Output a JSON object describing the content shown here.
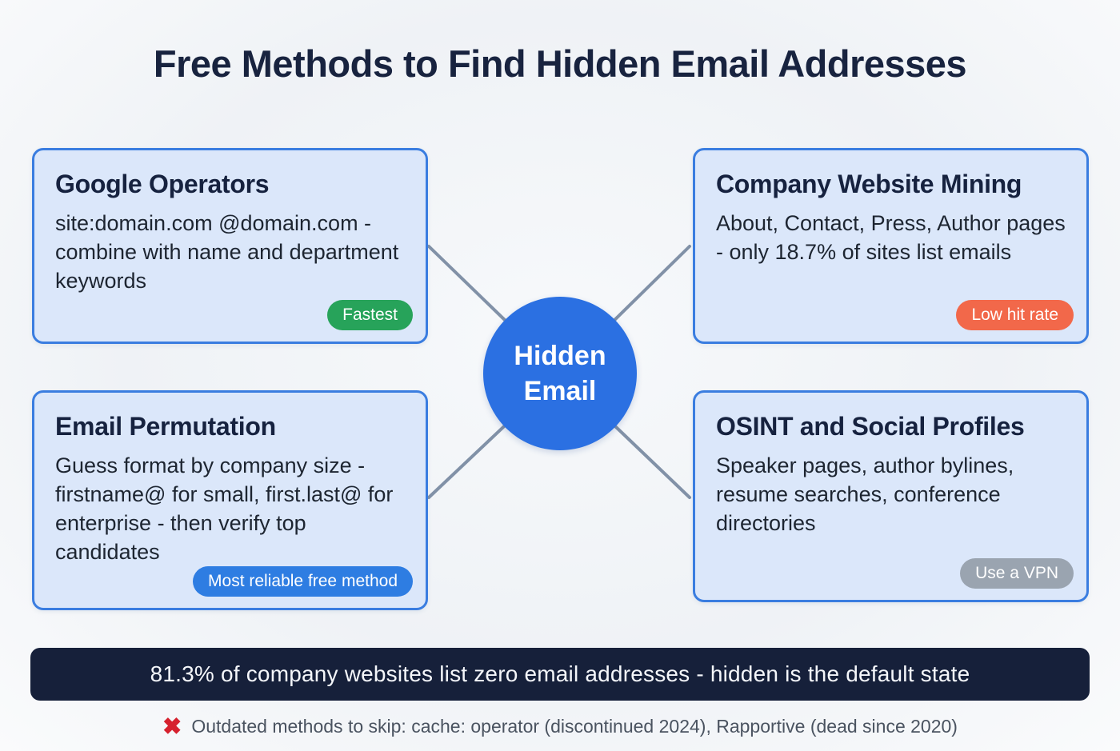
{
  "title": "Free Methods to Find Hidden Email Addresses",
  "center_node": {
    "label": "Hidden Email",
    "color": "#2b70e2"
  },
  "connector_color": "#8191a7",
  "cards": [
    {
      "title": "Google Operators",
      "body": "site:domain.com @domain.com - combine with name and department keywords",
      "badge": "Fastest",
      "badge_color": "#27a35a"
    },
    {
      "title": "Company Website Mining",
      "body": "About, Contact, Press, Author pages - only 18.7% of sites list emails",
      "badge": "Low hit rate",
      "badge_color": "#f2684a"
    },
    {
      "title": "Email Permutation",
      "body": "Guess format by company size - firstname@ for small, first.last@ for enterprise - then verify top candidates",
      "badge": "Most reliable free method",
      "badge_color": "#2e7de2"
    },
    {
      "title": "OSINT and Social Profiles",
      "body": "Speaker pages, author bylines, resume searches, conference directories",
      "badge": "Use a VPN",
      "badge_color": "#9aa4b0"
    }
  ],
  "banner": {
    "text": "81.3% of company websites list zero email addresses - hidden is the default state",
    "background": "#16203a"
  },
  "footnote": {
    "icon": "red-x-icon",
    "icon_glyph": "✖",
    "icon_color": "#d6212e",
    "text": "Outdated methods to skip: cache: operator (discontinued 2024), Rapportive (dead since 2020)"
  }
}
